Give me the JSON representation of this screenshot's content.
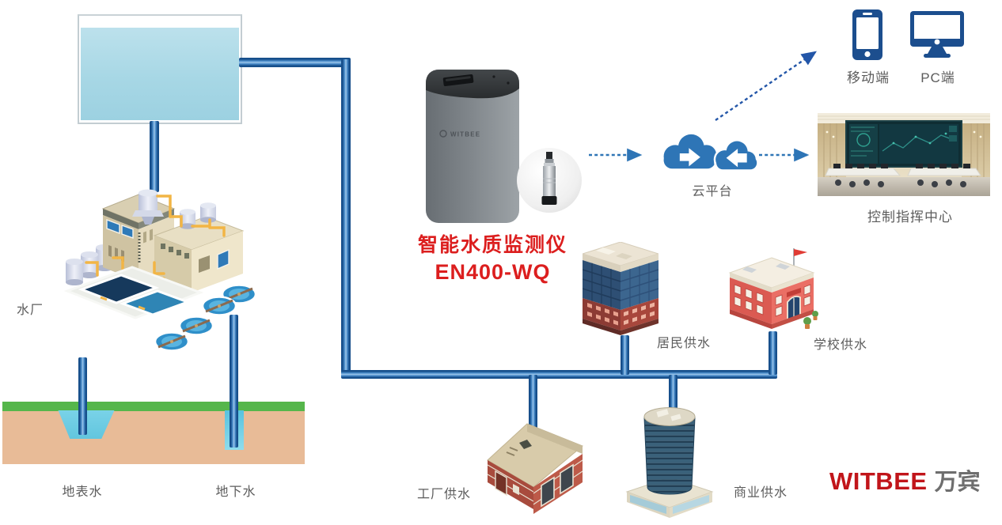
{
  "diagram": {
    "device": {
      "title": "智能水质监测仪",
      "model": "EN400-WQ",
      "brand": "WITBEE"
    },
    "labels": {
      "plant": "水厂",
      "surface_water": "地表水",
      "ground_water": "地下水",
      "cloud": "云平台",
      "mobile": "移动端",
      "pc": "PC端",
      "command_center": "控制指挥中心",
      "residential": "居民供水",
      "school": "学校供水",
      "factory": "工厂供水",
      "commercial": "商业供水"
    },
    "logo": {
      "en": "WITBEE",
      "cn": "万宾"
    },
    "icons": {
      "mobile": "smartphone-icon",
      "pc": "desktop-monitor-icon",
      "cloud": "cloud-sync-icon",
      "probe": "water-quality-probe-icon"
    },
    "colors": {
      "accent_red": "#dc1e1e",
      "brand_red": "#c1151a",
      "pipe_blue": "#2e6db4",
      "cloud_blue": "#2e75b6",
      "icon_navy": "#1c4e8e",
      "label_gray": "#5c5c5c",
      "grass_green": "#55b64b",
      "soil_tan": "#e8bb97",
      "tank_water": "#a9d7e6",
      "pond_blue": "#74cfe6"
    }
  }
}
